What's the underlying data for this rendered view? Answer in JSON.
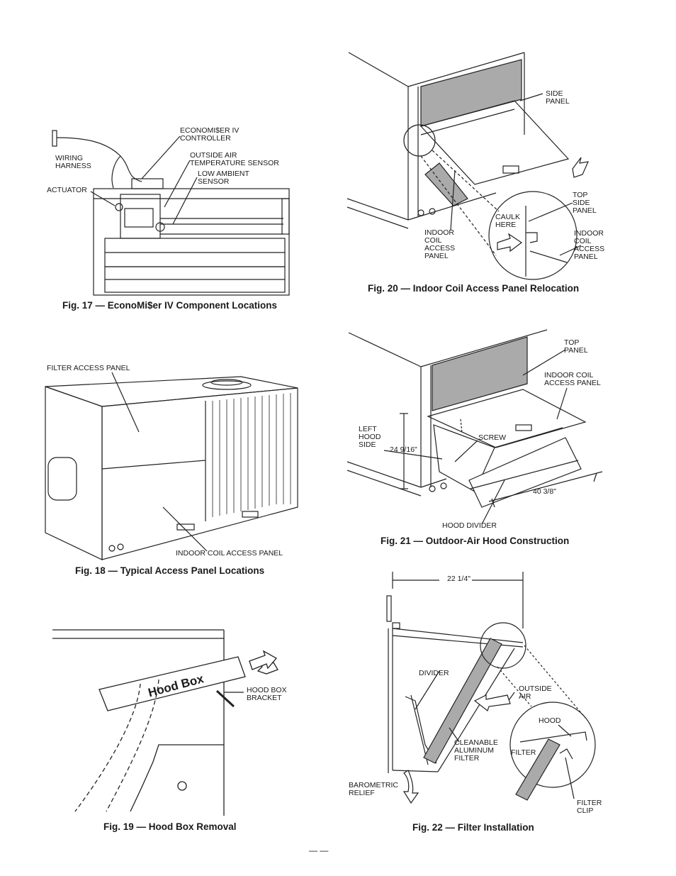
{
  "fig17": {
    "caption": "Fig. 17 — EconoMi$er IV Component Locations",
    "labels": {
      "controller": "ECONOMI$ER IV\nCONTROLLER",
      "wiring": "WIRING\nHARNESS",
      "oat": "OUTSIDE AIR\nTEMPERATURE SENSOR",
      "lowamb": "LOW AMBIENT\nSENSOR",
      "actuator": "ACTUATOR"
    }
  },
  "fig18": {
    "caption": "Fig. 18 — Typical Access Panel Locations",
    "labels": {
      "filter": "FILTER ACCESS PANEL",
      "indoor": "INDOOR COIL ACCESS PANEL"
    }
  },
  "fig19": {
    "caption": "Fig. 19 — Hood Box Removal",
    "labels": {
      "hoodbox": "Hood Box",
      "bracket": "HOOD BOX\nBRACKET"
    }
  },
  "fig20": {
    "caption": "Fig. 20 — Indoor Coil Access Panel Relocation",
    "labels": {
      "side": "SIDE\nPANEL",
      "topside": "TOP\nSIDE\nPANEL",
      "caulk": "CAULK\nHERE",
      "indoor_left": "INDOOR\nCOIL\nACCESS\nPANEL",
      "indoor_right": "INDOOR\nCOIL\nACCESS\nPANEL"
    }
  },
  "fig21": {
    "caption": "Fig. 21 — Outdoor-Air Hood Construction",
    "labels": {
      "top": "TOP\nPANEL",
      "indoor": "INDOOR COIL\nACCESS PANEL",
      "left": "LEFT\nHOOD\nSIDE",
      "dim1": "24 9/16\"",
      "screw": "SCREW",
      "dim2": "40 3/8\"",
      "divider": "HOOD DIVIDER"
    }
  },
  "fig22": {
    "caption": "Fig. 22 — Filter Installation",
    "labels": {
      "dim": "22 1/4\"",
      "divider": "DIVIDER",
      "outside": "OUTSIDE\nAIR",
      "hood": "HOOD",
      "cleanable": "CLEANABLE\nALUMINUM\nFILTER",
      "filter": "FILTER",
      "barometric": "BAROMETRIC\nRELIEF",
      "clip": "FILTER\nCLIP"
    }
  },
  "page_number": "—   —"
}
